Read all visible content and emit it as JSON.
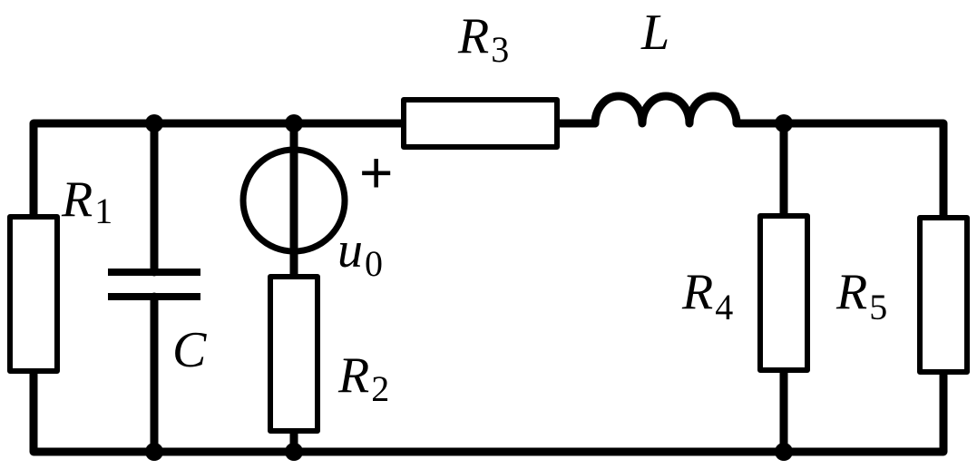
{
  "labels": {
    "R1": {
      "main": "R",
      "sub": "1"
    },
    "R2": {
      "main": "R",
      "sub": "2"
    },
    "R3": {
      "main": "R",
      "sub": "3"
    },
    "R4": {
      "main": "R",
      "sub": "4"
    },
    "R5": {
      "main": "R",
      "sub": "5"
    },
    "L": {
      "main": "L"
    },
    "C": {
      "main": "C"
    },
    "u0": {
      "main": "u",
      "sub": "0"
    },
    "plus": "+"
  }
}
